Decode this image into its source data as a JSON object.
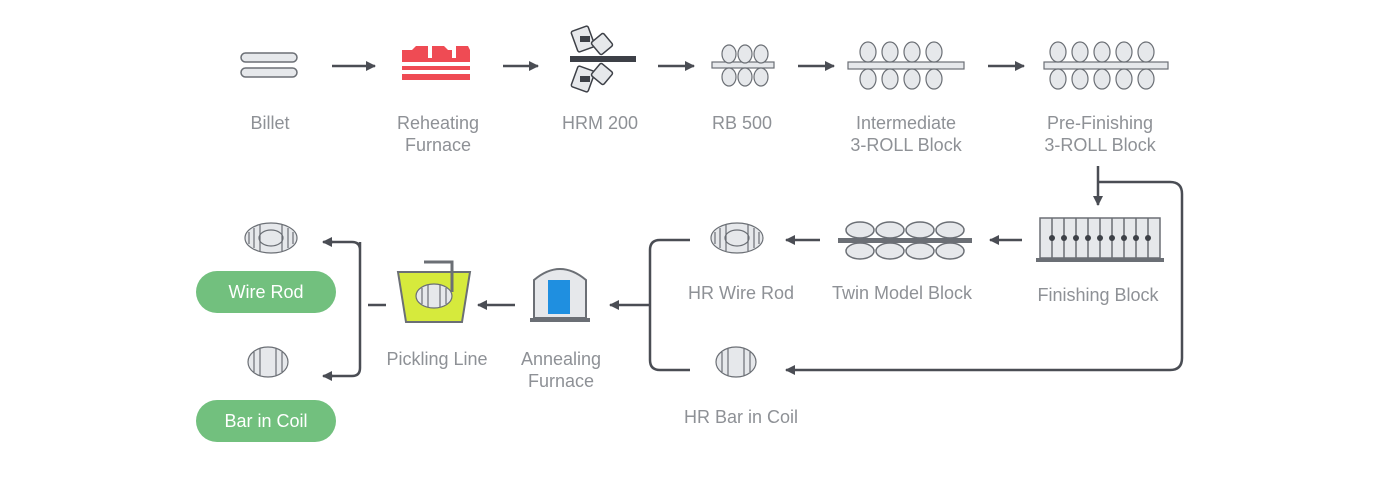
{
  "steps": {
    "billet": "Billet",
    "reheating_furnace": "Reheating\nFurnace",
    "hrm_200": "HRM 200",
    "rb_500": "RB 500",
    "intermediate_block": "Intermediate\n3-ROLL Block",
    "pre_finishing_block": "Pre-Finishing\n3-ROLL Block",
    "finishing_block": "Finishing Block",
    "twin_model_block": "Twin Model Block",
    "hr_wire_rod": "HR Wire Rod",
    "hr_bar_in_coil": "HR Bar in Coil",
    "annealing_furnace": "Annealing\nFurnace",
    "pickling_line": "Pickling Line"
  },
  "products": {
    "wire_rod": "Wire Rod",
    "bar_in_coil": "Bar in Coil"
  },
  "colors": {
    "label": "#8e9196",
    "arrow": "#4a4d54",
    "icon_stroke": "#6b6f75",
    "icon_fill": "#e6e8eb",
    "furnace_red": "#ef4b54",
    "annealing_blue": "#1f8fe0",
    "pickling_green": "#d6ea3c",
    "pill_green": "#72c07e",
    "pill_text": "#ffffff"
  },
  "icons": {
    "billet": "billet-icon",
    "reheating_furnace": "reheating-furnace-icon",
    "hrm_200": "roughing-mill-icon",
    "rb_500": "roll-block-icon",
    "intermediate_block": "roll-block-icon",
    "pre_finishing_block": "roll-block-icon",
    "finishing_block": "finishing-block-icon",
    "twin_model_block": "twin-roll-icon",
    "hr_wire_rod": "coil-icon",
    "hr_bar_in_coil": "coil-icon",
    "annealing_furnace": "annealing-furnace-icon",
    "pickling_line": "pickling-tank-icon",
    "wire_rod": "coil-icon",
    "bar_in_coil": "coil-icon"
  }
}
